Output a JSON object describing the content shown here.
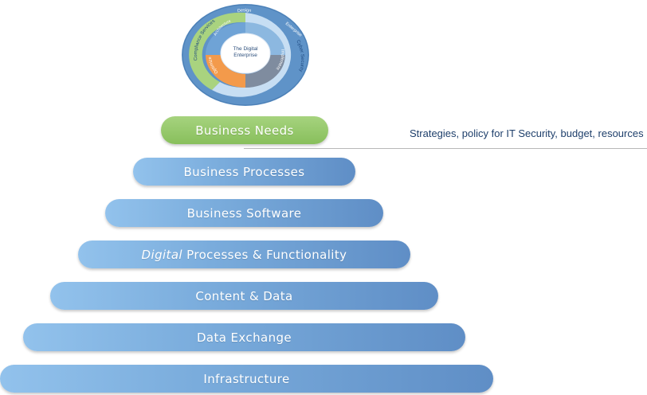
{
  "cycle": {
    "center_line1": "The Digital",
    "center_line2": "Enterprise",
    "inner_segments": {
      "design": "Design",
      "implement": "Implement",
      "optimize": "Optimize",
      "architecture": "Architecture"
    },
    "outer_segments": {
      "compliance": "Compliance Services",
      "cyber": "Cyber Security",
      "enterprise": "Enterprise"
    },
    "colors": {
      "outer_ring": "#5f93c8",
      "green_arc": "#a9d37f",
      "light_blue_arc": "#c7def3",
      "orange": "#f39a4b",
      "grey": "#7f8c9f",
      "inner_blue": "#8cb8e0"
    }
  },
  "top_level": {
    "label": "Business Needs",
    "color": "#8cc063"
  },
  "side_note": "Strategies, policy for IT Security, budget, resources",
  "levels": [
    {
      "label": "Business Processes"
    },
    {
      "label": "Business Software"
    },
    {
      "prefix": "Digital",
      "label": " Processes & Functionality"
    },
    {
      "label": "Content & Data"
    },
    {
      "label": "Data Exchange"
    },
    {
      "label": "Infrastructure"
    }
  ],
  "level_color": "#7aacdc"
}
